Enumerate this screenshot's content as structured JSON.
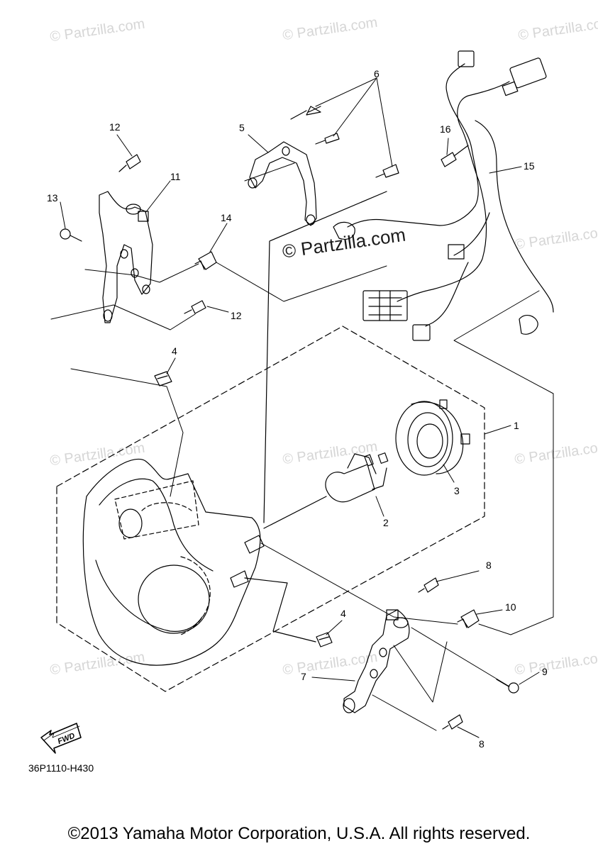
{
  "watermark_text": "© Partzilla.com",
  "watermark_center_text": "© Partzilla.com",
  "callouts": {
    "p1": "1",
    "p2": "2",
    "p3": "3",
    "p4a": "4",
    "p4b": "4",
    "p5": "5",
    "p6": "6",
    "p7": "7",
    "p8a": "8",
    "p8b": "8",
    "p9": "9",
    "p10": "10",
    "p11": "11",
    "p12a": "12",
    "p12b": "12",
    "p13": "13",
    "p14": "14",
    "p15": "15",
    "p16": "16"
  },
  "fwd_label": "FWD",
  "diagram_code": "36P1110-H430",
  "copyright": "©2013 Yamaha Motor Corporation, U.S.A. All rights reserved."
}
